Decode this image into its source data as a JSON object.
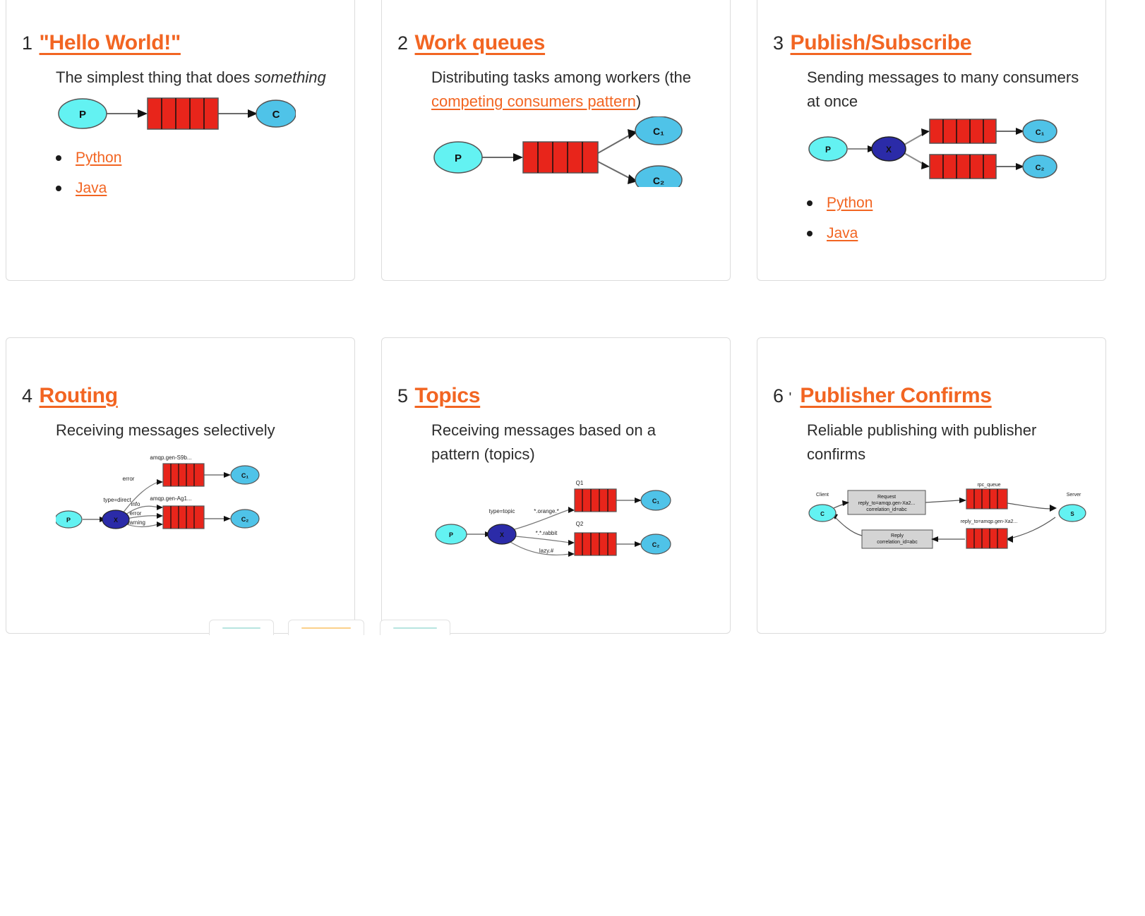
{
  "page": {
    "background": "#ffffff",
    "accent_orange": "#F26522",
    "text_color": "#2d2d2d",
    "card_border": "#dcdcdc"
  },
  "palette": {
    "producer_cyan": "#63F2F2",
    "consumer_blue": "#4FC3E8",
    "exchange_blue": "#2B2BA8",
    "queue_red": "#E8251B",
    "box_gray": "#D4D4D4",
    "stroke": "#555555"
  },
  "cards": [
    {
      "number": "1",
      "number_suffix": "",
      "title": "\"Hello World!\"",
      "desc_plain": "The simplest thing that does something",
      "desc_parts": [
        {
          "text": "The simplest thing that does ",
          "style": "normal"
        },
        {
          "text": "something",
          "style": "italic"
        }
      ],
      "diagram": {
        "type": "hello-world",
        "nodes": [
          {
            "id": "P",
            "label": "P",
            "kind": "producer"
          },
          {
            "id": "Q",
            "label": "",
            "kind": "queue",
            "segments": 5
          },
          {
            "id": "C",
            "label": "C",
            "kind": "consumer"
          }
        ],
        "edges": [
          {
            "from": "P",
            "to": "Q",
            "label": ""
          },
          {
            "from": "Q",
            "to": "C",
            "label": ""
          }
        ]
      },
      "links": [
        "Python",
        "Java"
      ]
    },
    {
      "number": "2",
      "number_suffix": "",
      "title": "Work queues",
      "desc_plain": "Distributing tasks among workers (the competing consumers pattern)",
      "desc_parts": [
        {
          "text": "Distributing tasks among workers (the ",
          "style": "normal"
        },
        {
          "text": "competing consumers pattern",
          "style": "link"
        },
        {
          "text": ")",
          "style": "normal"
        }
      ],
      "diagram": {
        "type": "work-queues",
        "nodes": [
          {
            "id": "P",
            "label": "P",
            "kind": "producer"
          },
          {
            "id": "Q",
            "label": "",
            "kind": "queue",
            "segments": 5
          },
          {
            "id": "C1",
            "label": "C₁",
            "kind": "consumer"
          },
          {
            "id": "C2",
            "label": "C₂",
            "kind": "consumer"
          }
        ],
        "edges": [
          {
            "from": "P",
            "to": "Q",
            "label": ""
          },
          {
            "from": "Q",
            "to": "C1",
            "label": ""
          },
          {
            "from": "Q",
            "to": "C2",
            "label": ""
          }
        ]
      },
      "links": []
    },
    {
      "number": "3",
      "number_suffix": "",
      "title": "Publish/Subscribe",
      "desc_plain": "Sending messages to many consumers at once",
      "desc_parts": [
        {
          "text": "Sending messages to many consumers at once",
          "style": "normal"
        }
      ],
      "diagram": {
        "type": "pubsub",
        "nodes": [
          {
            "id": "P",
            "label": "P",
            "kind": "producer"
          },
          {
            "id": "X",
            "label": "X",
            "kind": "exchange"
          },
          {
            "id": "Q1",
            "label": "",
            "kind": "queue",
            "segments": 5
          },
          {
            "id": "Q2",
            "label": "",
            "kind": "queue",
            "segments": 5
          },
          {
            "id": "C1",
            "label": "C₁",
            "kind": "consumer"
          },
          {
            "id": "C2",
            "label": "C₂",
            "kind": "consumer"
          }
        ],
        "edges": []
      },
      "links": [
        "Python",
        "Java"
      ]
    },
    {
      "number": "4",
      "number_suffix": "",
      "title": "Routing",
      "desc_plain": "Receiving messages selectively",
      "desc_parts": [
        {
          "text": "Receiving messages selectively",
          "style": "normal"
        }
      ],
      "diagram": {
        "type": "routing",
        "labels": {
          "exchange_type": "type=direct",
          "queue_1": "amqp.gen-S9b...",
          "queue_2": "amqp.gen-Ag1...",
          "binding_1": "error",
          "binding_2": "info",
          "binding_3": "error",
          "binding_4": "warning"
        },
        "nodes": [
          {
            "id": "P",
            "label": "P",
            "kind": "producer"
          },
          {
            "id": "X",
            "label": "X",
            "kind": "exchange"
          },
          {
            "id": "Q1",
            "label": "",
            "kind": "queue",
            "segments": 5
          },
          {
            "id": "Q2",
            "label": "",
            "kind": "queue",
            "segments": 5
          },
          {
            "id": "C1",
            "label": "C₁",
            "kind": "consumer"
          },
          {
            "id": "C2",
            "label": "C₂",
            "kind": "consumer"
          }
        ]
      },
      "links": []
    },
    {
      "number": "5",
      "number_suffix": "",
      "title": "Topics",
      "desc_plain": "Receiving messages based on a pattern (topics)",
      "desc_parts": [
        {
          "text": "Receiving messages based on a pattern (topics)",
          "style": "normal"
        }
      ],
      "diagram": {
        "type": "topics",
        "labels": {
          "exchange_type": "type=topic",
          "queue_1": "Q1",
          "queue_2": "Q2",
          "binding_1": "*.orange.*",
          "binding_2": "*.*.rabbit",
          "binding_3": "lazy.#"
        },
        "nodes": [
          {
            "id": "P",
            "label": "P",
            "kind": "producer"
          },
          {
            "id": "X",
            "label": "X",
            "kind": "exchange"
          },
          {
            "id": "Q1",
            "label": "",
            "kind": "queue",
            "segments": 5
          },
          {
            "id": "Q2",
            "label": "",
            "kind": "queue",
            "segments": 5
          },
          {
            "id": "C1",
            "label": "C₁",
            "kind": "consumer"
          },
          {
            "id": "C2",
            "label": "C₂",
            "kind": "consumer"
          }
        ]
      },
      "links": []
    },
    {
      "number": "6",
      "number_suffix": "'",
      "title": "Publisher Confirms",
      "desc_plain": "Reliable publishing with publisher confirms",
      "desc_parts": [
        {
          "text": "Reliable publishing with publisher confirms",
          "style": "normal"
        }
      ],
      "diagram": {
        "type": "rpc",
        "labels": {
          "client": "Client",
          "server": "Server",
          "request_title": "Request",
          "request_line_1": "reply_to=amqp.gen-Xa2...",
          "request_line_2": "correlation_id=abc",
          "reply_title": "Reply",
          "reply_line_1": "correlation_id=abc",
          "queue_1": "rpc_queue",
          "queue_2": "reply_to=amqp.gen-Xa2..."
        },
        "nodes": [
          {
            "id": "C",
            "label": "C",
            "kind": "producer"
          },
          {
            "id": "S",
            "label": "S",
            "kind": "producer"
          },
          {
            "id": "Q1",
            "label": "",
            "kind": "queue",
            "segments": 5
          },
          {
            "id": "Q2",
            "label": "",
            "kind": "queue",
            "segments": 5
          }
        ]
      },
      "links": []
    }
  ],
  "next_row_strips": [
    {
      "accent": "#b7e4e0"
    },
    {
      "accent": "#fbd08a"
    },
    {
      "accent": "#b7e4e0"
    }
  ]
}
